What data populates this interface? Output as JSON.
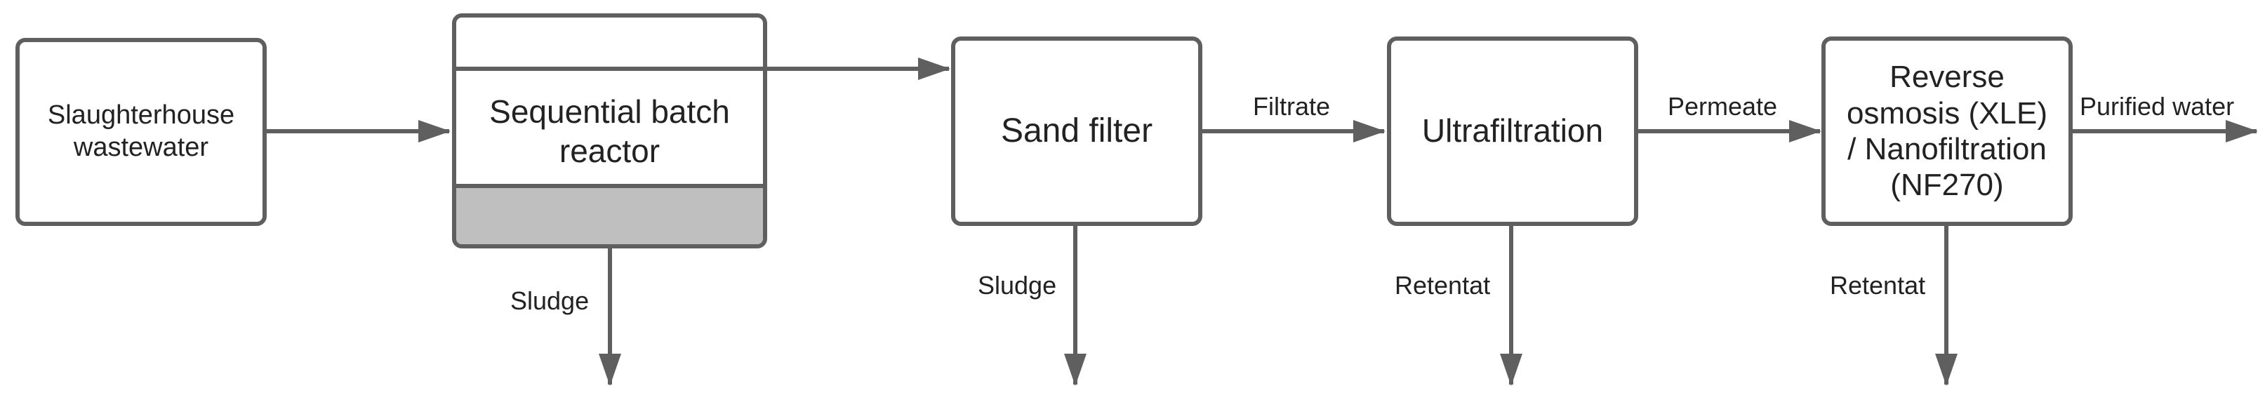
{
  "nodes": {
    "slaughterhouse": "Slaughterhouse\nwastewater",
    "sbr": "Sequential batch\nreactor",
    "sand_filter": "Sand filter",
    "ultrafiltration": "Ultrafiltration",
    "ro_nf": "Reverse\nosmosis (XLE)\n/ Nanofiltration\n(NF270)"
  },
  "edges": {
    "filtrate": "Filtrate",
    "permeate": "Permeate",
    "purified_water": "Purified water",
    "sbr_sludge": "Sludge",
    "sand_sludge": "Sludge",
    "uf_retentate": "Retentat",
    "ro_retentate": "Retentat"
  },
  "colors": {
    "stroke": "#5f5f5f",
    "sludge_fill": "#bfbfbf",
    "background": "#ffffff"
  }
}
